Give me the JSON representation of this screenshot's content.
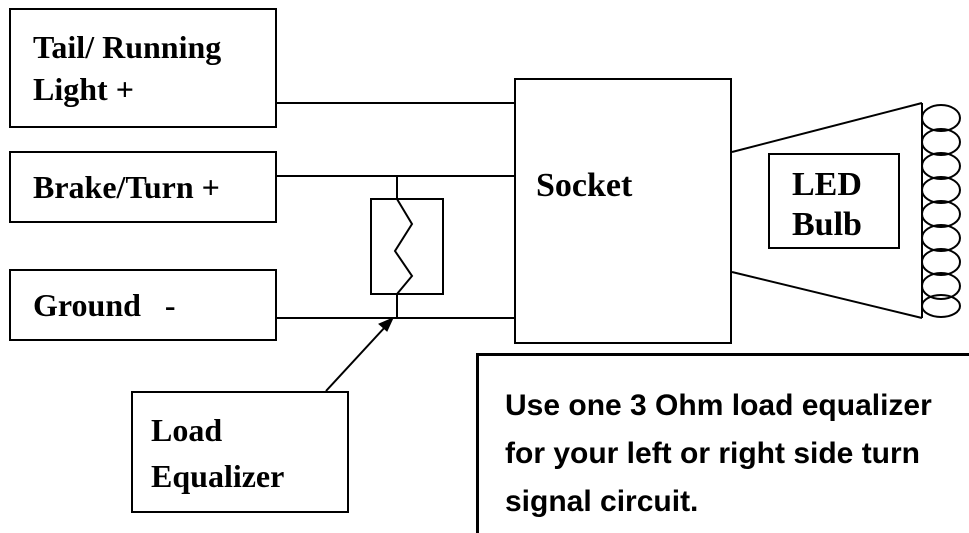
{
  "labels": {
    "tail_running": "Tail/ Running\nLight +",
    "brake_turn": "Brake/Turn +",
    "ground": "Ground   -",
    "socket": "Socket",
    "led_bulb": "LED\nBulb",
    "load_equalizer": "Load\nEqualizer",
    "note": "Use one 3 Ohm load equalizer for your left or right side turn signal circuit."
  },
  "colors": {
    "line": "#000000",
    "background": "#ffffff"
  }
}
